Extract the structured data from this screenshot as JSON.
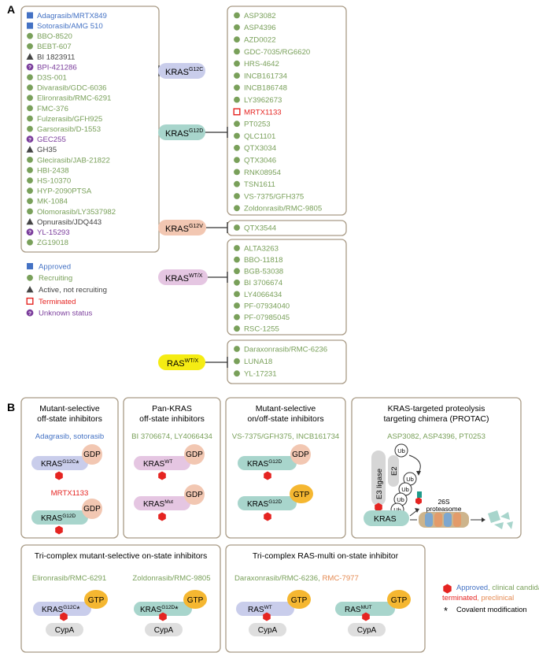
{
  "panel_a": {
    "label": "A",
    "left_list": [
      {
        "name": "Adagrasib/MRTX849",
        "status": "approved"
      },
      {
        "name": "Sotorasib/AMG 510",
        "status": "approved"
      },
      {
        "name": "BBO-8520",
        "status": "recruiting"
      },
      {
        "name": "BEBT-607",
        "status": "recruiting"
      },
      {
        "name": "BI 1823911",
        "status": "active"
      },
      {
        "name": "BPI-421286",
        "status": "unknown"
      },
      {
        "name": "D3S-001",
        "status": "recruiting"
      },
      {
        "name": "Divarasib/GDC-6036",
        "status": "recruiting"
      },
      {
        "name": "Elironrasib/RMC-6291",
        "status": "recruiting"
      },
      {
        "name": "FMC-376",
        "status": "recruiting"
      },
      {
        "name": "Fulzerasib/GFH925",
        "status": "recruiting"
      },
      {
        "name": "Garsorasib/D-1553",
        "status": "recruiting"
      },
      {
        "name": "GEC255",
        "status": "unknown"
      },
      {
        "name": "GH35",
        "status": "active"
      },
      {
        "name": "Glecirasib/JAB-21822",
        "status": "recruiting"
      },
      {
        "name": "HBI-2438",
        "status": "recruiting"
      },
      {
        "name": "HS-10370",
        "status": "recruiting"
      },
      {
        "name": "HYP-2090PTSA",
        "status": "recruiting"
      },
      {
        "name": "MK-1084",
        "status": "recruiting"
      },
      {
        "name": "Olomorasib/LY3537982",
        "status": "recruiting"
      },
      {
        "name": "Opnurasib/JDQ443",
        "status": "active"
      },
      {
        "name": "YL-15293",
        "status": "unknown"
      },
      {
        "name": "ZG19018",
        "status": "recruiting"
      }
    ],
    "targets": [
      {
        "name": "KRAS",
        "sup": "G12C",
        "color": "#c9cdeb"
      },
      {
        "name": "KRAS",
        "sup": "G12D",
        "color": "#a8d5cc"
      },
      {
        "name": "KRAS",
        "sup": "G12V",
        "color": "#f2c7b2"
      },
      {
        "name": "KRAS",
        "sup": "WT/X",
        "color": "#e5c6e2"
      },
      {
        "name": "RAS",
        "sup": "WT/X",
        "color": "#f5ec13"
      }
    ],
    "g12d_list": [
      {
        "name": "ASP3082",
        "status": "recruiting"
      },
      {
        "name": "ASP4396",
        "status": "recruiting"
      },
      {
        "name": "AZD0022",
        "status": "recruiting"
      },
      {
        "name": "GDC-7035/RG6620",
        "status": "recruiting"
      },
      {
        "name": "HRS-4642",
        "status": "recruiting"
      },
      {
        "name": "INCB161734",
        "status": "recruiting"
      },
      {
        "name": "INCB186748",
        "status": "recruiting"
      },
      {
        "name": "LY3962673",
        "status": "recruiting"
      },
      {
        "name": "MRTX1133",
        "status": "terminated"
      },
      {
        "name": "PT0253",
        "status": "recruiting"
      },
      {
        "name": "QLC1101",
        "status": "recruiting"
      },
      {
        "name": "QTX3034",
        "status": "recruiting"
      },
      {
        "name": "QTX3046",
        "status": "recruiting"
      },
      {
        "name": "RNK08954",
        "status": "recruiting"
      },
      {
        "name": "TSN1611",
        "status": "recruiting"
      },
      {
        "name": "VS-7375/GFH375",
        "status": "recruiting"
      },
      {
        "name": "Zoldonrasib/RMC-9805",
        "status": "recruiting"
      }
    ],
    "g12v_list": [
      {
        "name": "QTX3544",
        "status": "recruiting"
      }
    ],
    "wtx_list": [
      {
        "name": "ALTA3263",
        "status": "recruiting"
      },
      {
        "name": "BBO-11818",
        "status": "recruiting"
      },
      {
        "name": "BGB-53038",
        "status": "recruiting"
      },
      {
        "name": "BI 3706674",
        "status": "recruiting"
      },
      {
        "name": "LY4066434",
        "status": "recruiting"
      },
      {
        "name": "PF-07934040",
        "status": "recruiting"
      },
      {
        "name": "PF-07985045",
        "status": "recruiting"
      },
      {
        "name": "RSC-1255",
        "status": "recruiting"
      }
    ],
    "ras_list": [
      {
        "name": "Daraxonrasib/RMC-6236",
        "status": "recruiting"
      },
      {
        "name": "LUNA18",
        "status": "recruiting"
      },
      {
        "name": "YL-17231",
        "status": "recruiting"
      }
    ],
    "legend": [
      {
        "label": "Approved",
        "status": "approved"
      },
      {
        "label": "Recruiting",
        "status": "recruiting"
      },
      {
        "label": "Active, not recruiting",
        "status": "active"
      },
      {
        "label": "Terminated",
        "status": "terminated"
      },
      {
        "label": "Unknown status",
        "status": "unknown"
      }
    ]
  },
  "panel_b": {
    "label": "B",
    "box1": {
      "title1": "Mutant-selective",
      "title2": "off-state inhibitors",
      "drugs_a": "Adagrasib, sotorasib",
      "kras_a": "KRAS",
      "sup_a": "G12C",
      "drugs_b": "MRTX1133",
      "kras_b": "KRAS",
      "sup_b": "G12D",
      "nuc": "GDP",
      "star": "*"
    },
    "box2": {
      "title1": "Pan-KRAS",
      "title2": "off-state inhibitors",
      "drugs": "BI 3706674, LY4066434",
      "kras_a": "KRAS",
      "sup_a": "WT",
      "kras_b": "KRAS",
      "sup_b": "Mut",
      "nuc": "GDP"
    },
    "box3": {
      "title1": "Mutant-selective",
      "title2": "on/off-state inhibitors",
      "drugs": "VS-7375/GFH375, INCB161734",
      "kras_a": "KRAS",
      "sup_a": "G12D",
      "nuc_a": "GDP",
      "kras_b": "KRAS",
      "sup_b": "G12D",
      "nuc_b": "GTP"
    },
    "box4": {
      "title1": "KRAS-targeted proteolysis",
      "title2": "targeting chimera (PROTAC)",
      "drugs": "ASP3082, ASP4396, PT0253",
      "ligase": "E3 ligase",
      "e2": "E2",
      "ub": "Ub",
      "kras": "KRAS",
      "prot1": "26S",
      "prot2": "proteasome"
    },
    "box5": {
      "title": "Tri-complex mutant-selective on-state inhibitors",
      "drugs_a": "Elironrasib/RMC-6291",
      "drugs_b": "Zoldonrasib/RMC-9805",
      "kras_a": "KRAS",
      "sup_a": "G12C",
      "kras_b": "KRAS",
      "sup_b": "G12D",
      "nuc": "GTP",
      "cypa": "CypA",
      "star": "*"
    },
    "box6": {
      "title": "Tri-complex RAS-multi on-state inhibitor",
      "drugs_a": "Daraxonrasib/RMC-6236, ",
      "drugs_b": "RMC-7977",
      "ras_a": "RAS",
      "sup_a": "WT",
      "ras_b": "RAS",
      "sup_b": "MUT",
      "nuc": "GTP",
      "cypa": "CypA"
    },
    "legend": {
      "approved": "Approved",
      "sep1": ", ",
      "candidate": "clinical candidate,",
      "terminated": "terminated",
      "sep2": ", ",
      "preclinical": "preclinical",
      "star": "*",
      "covalent": "Covalent modification"
    }
  },
  "colors": {
    "approved": "#4472c4",
    "recruiting": "#79a05a",
    "active": "#444444",
    "terminated": "#e52421",
    "unknown": "#7b3d9c",
    "preclinical": "#e58a52",
    "box_border": "#a99b86",
    "inhibitor": "#e52421"
  }
}
